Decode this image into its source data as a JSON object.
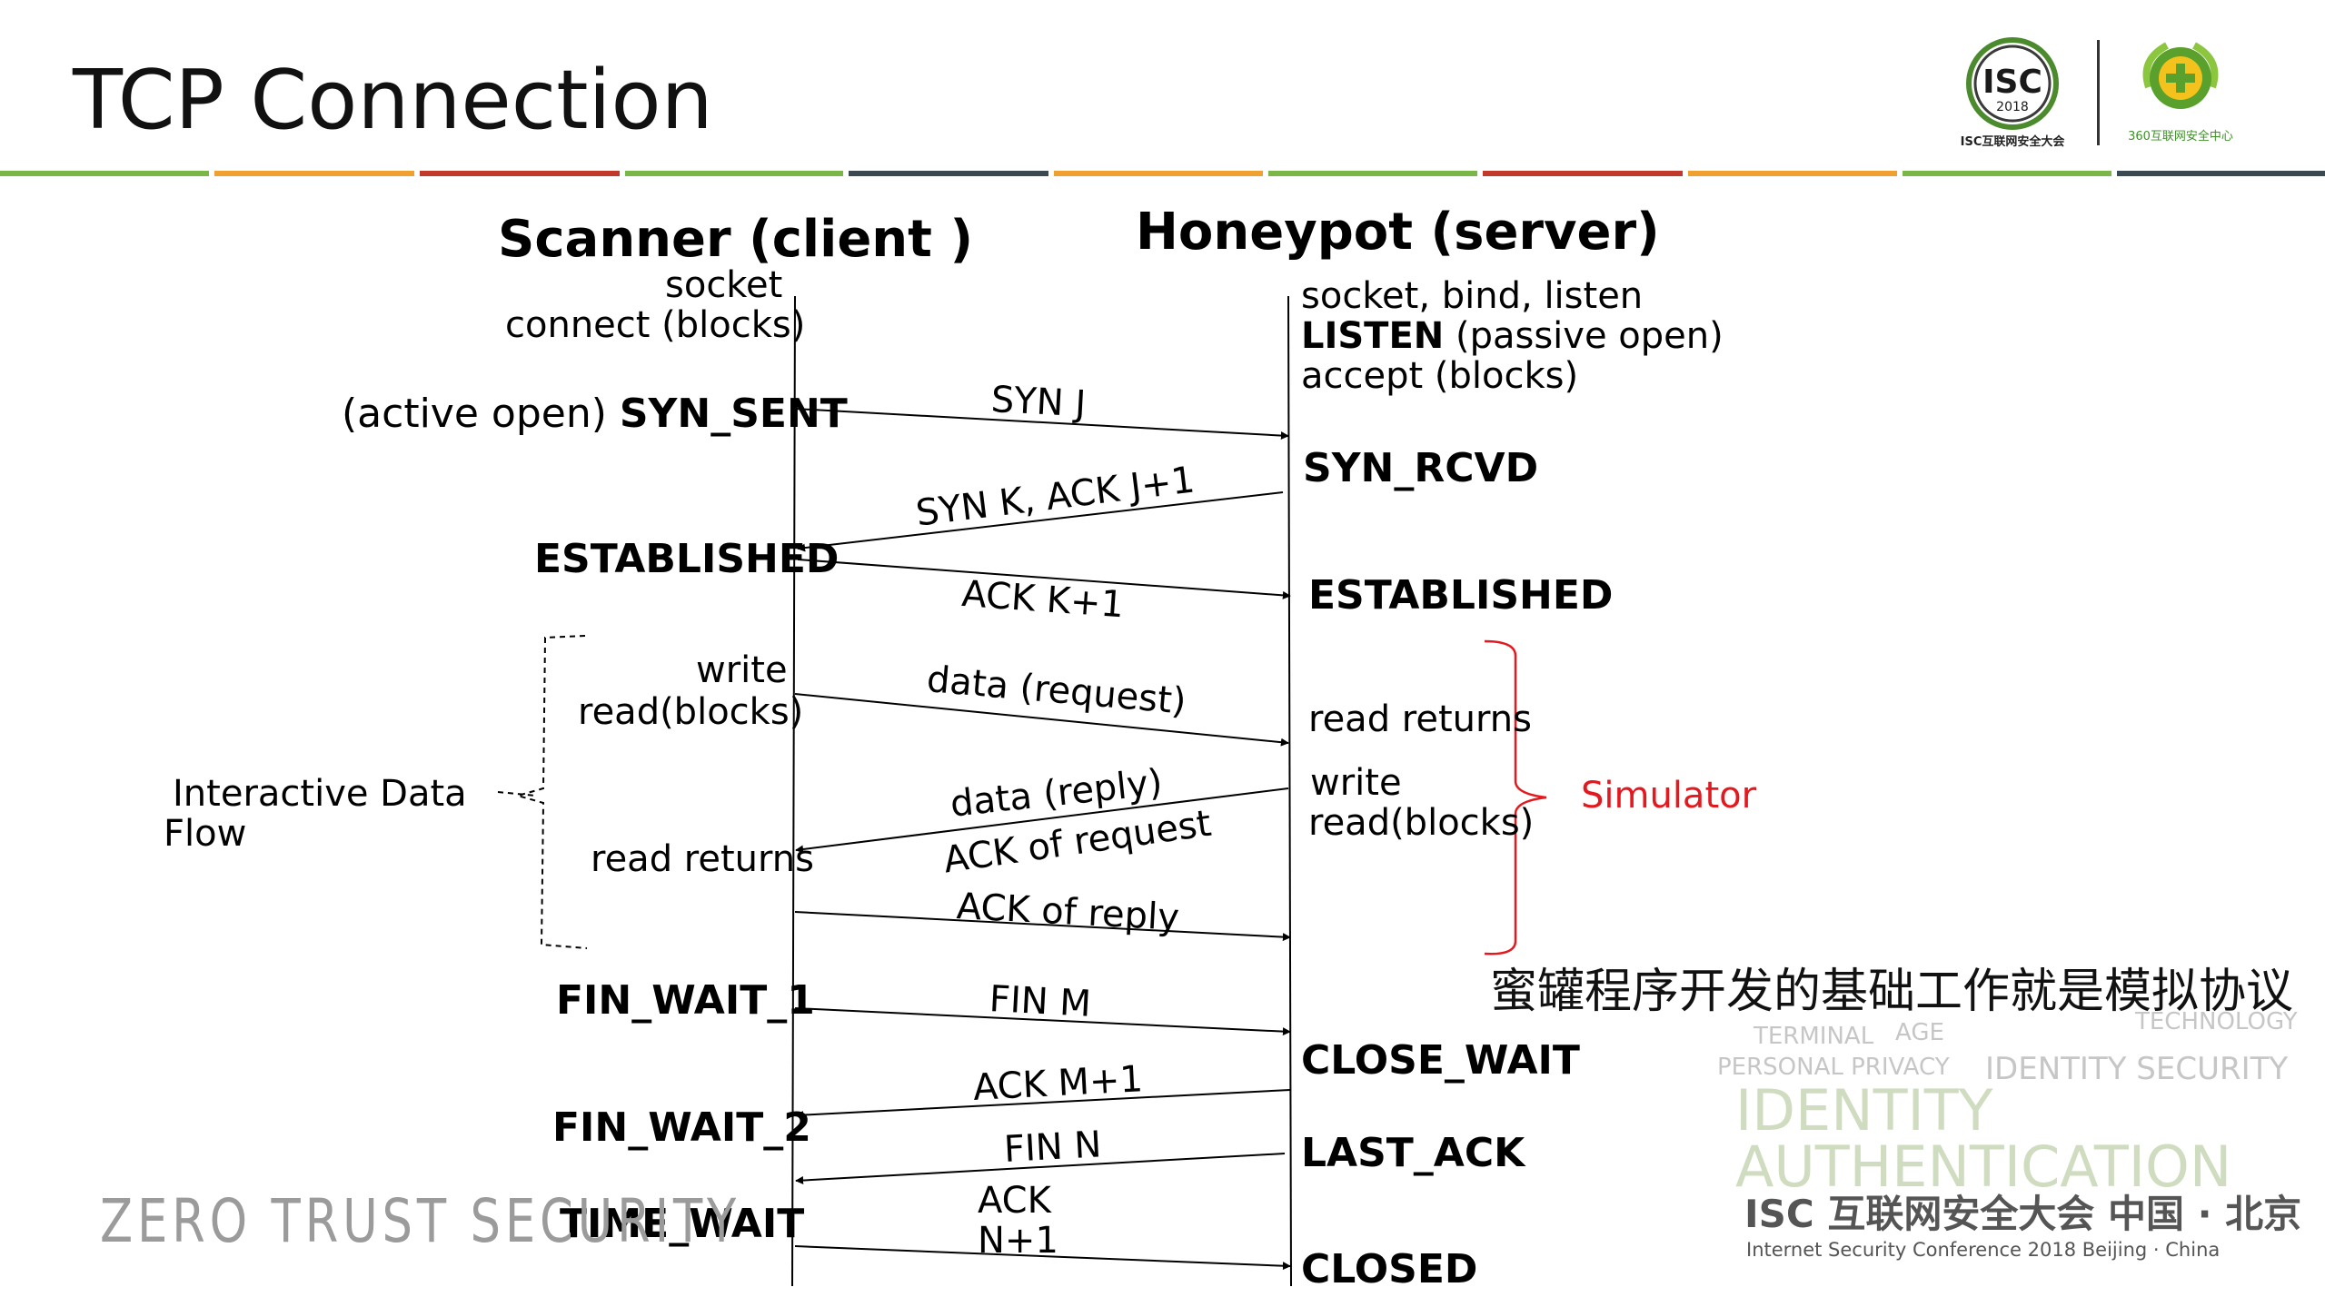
{
  "slide": {
    "title": "TCP Connection",
    "client_header": "Scanner (client )",
    "server_header": "Honeypot (server)"
  },
  "client_calls": {
    "socket": "socket",
    "connect": "connect (blocks)",
    "active_open_prefix": "(active open) ",
    "syn_sent": "SYN_SENT",
    "established": "ESTABLISHED",
    "write": "write",
    "read_blocks": "read(blocks)",
    "read_returns": "read returns",
    "fin_wait_1": "FIN_WAIT_1",
    "fin_wait_2": "FIN_WAIT_2",
    "time_wait": "TIME_WAIT"
  },
  "server_calls": {
    "socket_bind_listen": "socket, bind, listen",
    "listen": "LISTEN",
    "passive_open": " (passive open)",
    "accept": "accept (blocks)",
    "syn_rcvd": "SYN_RCVD",
    "established": "ESTABLISHED",
    "read_returns": "read returns",
    "write": "write",
    "read_blocks": "read(blocks)",
    "close_wait": "CLOSE_WAIT",
    "last_ack": "LAST_ACK",
    "closed": "CLOSED"
  },
  "messages": {
    "syn_j": "SYN J",
    "syn_k_ack": "SYN K, ACK J+1",
    "ack_k": "ACK K+1",
    "data_request": "data (request)",
    "data_reply": "data (reply)",
    "ack_of_request": "ACK of request",
    "ack_of_reply": "ACK of reply",
    "fin_m": "FIN M",
    "ack_m": "ACK M+1",
    "fin_n": "FIN N",
    "ack_n_line1": "ACK",
    "ack_n_line2": "N+1"
  },
  "annotations": {
    "interactive_line1": "Interactive Data",
    "interactive_line2": "Flow",
    "simulator": "Simulator",
    "chinese_note": "蜜罐程序开发的基础工作就是模拟协议"
  },
  "footer": {
    "zero_trust": "ZERO TRUST SECURITY",
    "isc_line": "ISC 互联网安全大会 中国 · 北京",
    "isc_sub": "Internet Security Conference 2018   Beijing · China"
  },
  "logos": {
    "isc_badge": "ISC",
    "isc_year": "2018",
    "isc_caption": "ISC互联网安全大会",
    "c360_caption": "360互联网安全中心"
  },
  "watermark": {
    "identity_security": "IDENTITY SECURITY",
    "identity": "IDENTITY",
    "authentication": "AUTHENTICATION",
    "personal_privacy": "PERSONAL PRIVACY",
    "terminal": "TERMINAL",
    "age": "AGE",
    "technology": "TECHNOLOGY"
  },
  "colors": {
    "accent_green": "#7ab648",
    "accent_orange": "#f0a030",
    "accent_red": "#c0392b",
    "simulator_red": "#e3191f",
    "stripe_dark": "#3b4a52"
  }
}
